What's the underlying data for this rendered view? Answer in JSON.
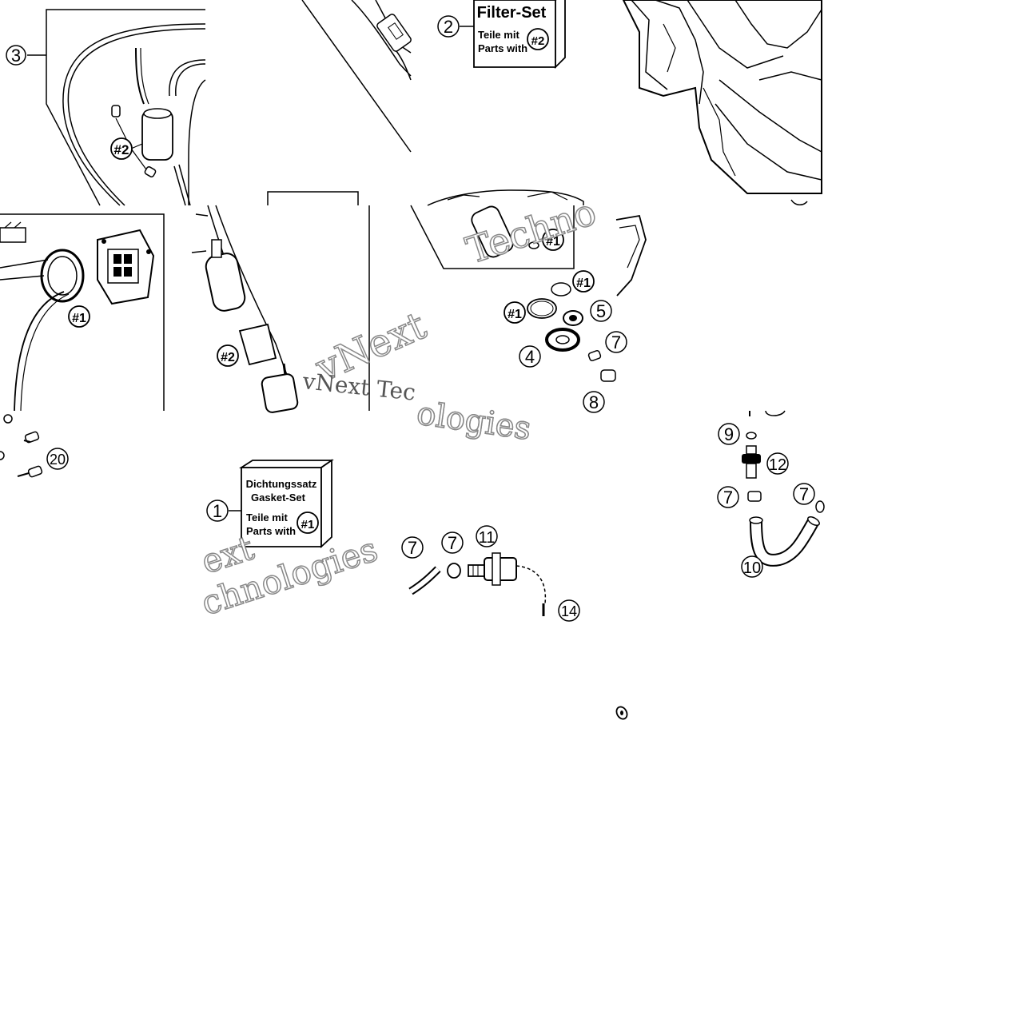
{
  "watermark": {
    "line1": "vNext",
    "line2": "Technologies",
    "partial1": "Techno",
    "partial2": "vNext Tec",
    "partial3": "ologies",
    "partial4": "ext",
    "partial5": "chnologies"
  },
  "callouts": {
    "c1": "1",
    "c2": "2",
    "c3": "3",
    "c4": "4",
    "c5": "5",
    "c7": "7",
    "c8": "8",
    "c9": "9",
    "c10": "10",
    "c11": "11",
    "c12": "12",
    "c14": "14",
    "c20": "20",
    "h1": "#1",
    "h2": "#2"
  },
  "filter_box": {
    "title": "Filter-Set",
    "line1": "Teile mit",
    "line2": "Parts with",
    "ref": "#2"
  },
  "gasket_box": {
    "title_de": "Dichtungssatz",
    "title_en": "Gasket-Set",
    "line1": "Teile mit",
    "line2": "Parts with",
    "ref": "#1"
  }
}
